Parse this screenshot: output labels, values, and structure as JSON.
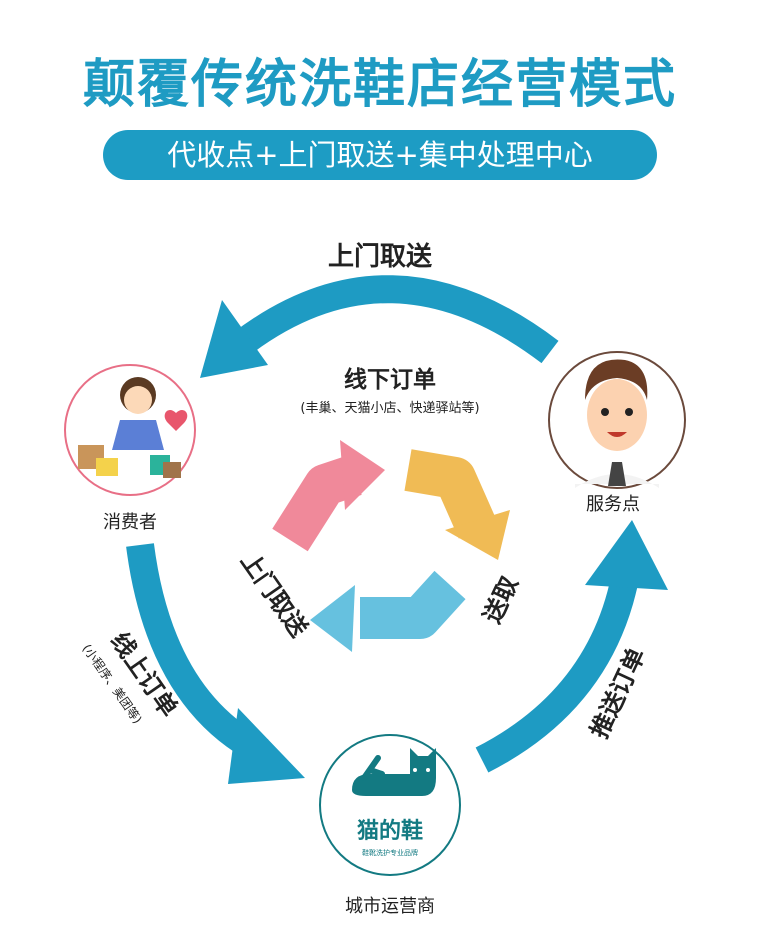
{
  "header": {
    "title": "颠覆传统洗鞋店经营模式",
    "subtitle": "代收点+上门取送+集中处理中心"
  },
  "flow": {
    "top_arrow_label": "上门取送",
    "center_title": "线下订单",
    "center_note": "(丰巢、天猫小店、快递驿站等)",
    "left_arrow_label": "线上订单",
    "left_arrow_note": "(小程序、美团等)",
    "right_arrow_label": "推送订单",
    "inner_left_label": "上门取送",
    "inner_right_label": "送取"
  },
  "nodes": {
    "consumer": "消费者",
    "service_point": "服务点",
    "operator": "城市运营商"
  },
  "logo": {
    "name": "猫的鞋",
    "tagline": "鞋靴洗护专业品牌"
  },
  "colors": {
    "primary": "#1e9bc3",
    "pink": "#f0899a",
    "yellow": "#f0bb55",
    "light_blue": "#66c1df",
    "logo_teal": "#137a82"
  }
}
